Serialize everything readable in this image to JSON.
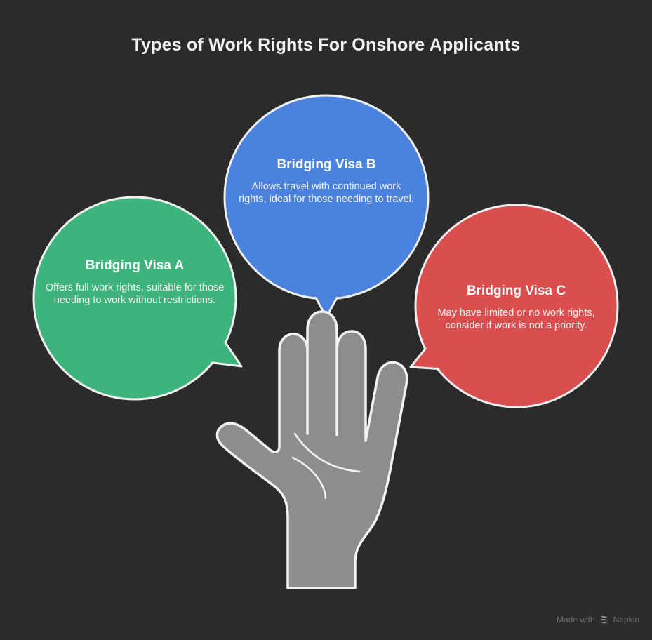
{
  "page": {
    "title": "Types of Work Rights For Onshore Applicants",
    "background_color": "#2b2b2b"
  },
  "bubbles": [
    {
      "id": "bubble-a",
      "heading": "Bridging Visa A",
      "body": "Offers full work rights, suitable for those needing to work without restrictions.",
      "color": "#3eb47c",
      "outline_color": "#f0f0f0",
      "tail_direction": "right"
    },
    {
      "id": "bubble-b",
      "heading": "Bridging Visa B",
      "body": "Allows travel with continued work rights, ideal for those needing to travel.",
      "color": "#4a82dd",
      "outline_color": "#f0f0f0",
      "tail_direction": "down"
    },
    {
      "id": "bubble-c",
      "heading": "Bridging Visa C",
      "body": "May have limited or no work rights, consider if work is not a priority.",
      "color": "#d94f4f",
      "outline_color": "#f0f0f0",
      "tail_direction": "left"
    }
  ],
  "illustration": {
    "name": "open-hand-five-fingers",
    "fill_color": "#8d8d8d",
    "outline_color": "#f2f2f2"
  },
  "footer": {
    "made_with_label": "Made with",
    "brand": "Napkin",
    "logo_name": "napkin-logo-icon",
    "text_color": "#6f6f6f"
  }
}
